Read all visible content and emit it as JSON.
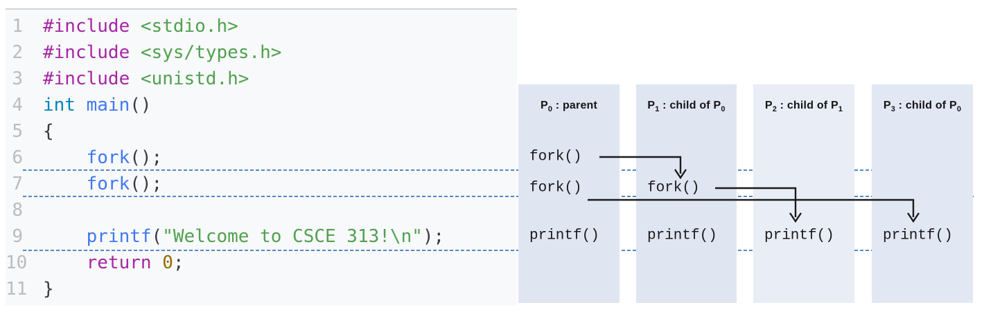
{
  "code_panel": {
    "lines": [
      {
        "no": "1",
        "tokens": [
          {
            "t": "#include ",
            "c": "kw"
          },
          {
            "t": "<stdio.h>",
            "c": "str"
          }
        ]
      },
      {
        "no": "2",
        "tokens": [
          {
            "t": "#include ",
            "c": "kw"
          },
          {
            "t": "<sys/types.h>",
            "c": "str"
          }
        ]
      },
      {
        "no": "3",
        "tokens": [
          {
            "t": "#include ",
            "c": "kw"
          },
          {
            "t": "<unistd.h>",
            "c": "str"
          }
        ]
      },
      {
        "no": "4",
        "tokens": [
          {
            "t": "int",
            "c": "type"
          },
          {
            "t": " ",
            "c": "plain"
          },
          {
            "t": "main",
            "c": "fn"
          },
          {
            "t": "()",
            "c": "plain"
          }
        ]
      },
      {
        "no": "5",
        "tokens": [
          {
            "t": "{",
            "c": "plain"
          }
        ]
      },
      {
        "no": "6",
        "tokens": [
          {
            "t": "    ",
            "c": "plain"
          },
          {
            "t": "fork",
            "c": "fn"
          },
          {
            "t": "();",
            "c": "plain"
          }
        ]
      },
      {
        "no": "7",
        "tokens": [
          {
            "t": "    ",
            "c": "plain"
          },
          {
            "t": "fork",
            "c": "fn"
          },
          {
            "t": "();",
            "c": "plain"
          }
        ]
      },
      {
        "no": "8",
        "tokens": []
      },
      {
        "no": "9",
        "tokens": [
          {
            "t": "    ",
            "c": "plain"
          },
          {
            "t": "printf",
            "c": "fn"
          },
          {
            "t": "(",
            "c": "plain"
          },
          {
            "t": "\"Welcome to CSCE 313!\\n\"",
            "c": "str"
          },
          {
            "t": ");",
            "c": "plain"
          }
        ]
      },
      {
        "no": "10",
        "tokens": [
          {
            "t": "    ",
            "c": "plain"
          },
          {
            "t": "return",
            "c": "kw"
          },
          {
            "t": " ",
            "c": "plain"
          },
          {
            "t": "0",
            "c": "num"
          },
          {
            "t": ";",
            "c": "plain"
          }
        ]
      },
      {
        "no": "11",
        "tokens": [
          {
            "t": "}",
            "c": "plain"
          }
        ]
      }
    ]
  },
  "diagram": {
    "columns": [
      {
        "fill": "#dfe5f1",
        "title_parts": [
          {
            "t": "P"
          },
          {
            "sub": "0"
          },
          {
            "t": " : parent"
          }
        ],
        "cells": [
          {
            "label": "fork()",
            "row": 0
          },
          {
            "label": "fork()",
            "row": 1
          },
          {
            "label": "printf()",
            "row": 2
          }
        ]
      },
      {
        "fill": "#dfe5f1",
        "title_parts": [
          {
            "t": "P"
          },
          {
            "sub": "1"
          },
          {
            "t": " : child of P"
          },
          {
            "sub": "0"
          }
        ],
        "cells": [
          {
            "label": "fork()",
            "row": 1
          },
          {
            "label": "printf()",
            "row": 2
          }
        ]
      },
      {
        "fill": "#e9edf6",
        "title_parts": [
          {
            "t": "P"
          },
          {
            "sub": "2"
          },
          {
            "t": " : child of P"
          },
          {
            "sub": "1"
          }
        ],
        "cells": [
          {
            "label": "printf()",
            "row": 2
          }
        ]
      },
      {
        "fill": "#e2e8f3",
        "title_parts": [
          {
            "t": "P"
          },
          {
            "sub": "3"
          },
          {
            "t": " : child of P"
          },
          {
            "sub": "0"
          }
        ],
        "cells": [
          {
            "label": "printf()",
            "row": 2
          }
        ]
      }
    ]
  },
  "colors": {
    "dashed_line": "#5585c8",
    "arrow": "#1a1a1a",
    "keyword": "#a626a4",
    "string": "#50a14f",
    "type": "#0184bc",
    "function": "#4078f2",
    "number": "#986801",
    "plain_code": "#383a42",
    "line_number": "#b9bcc0",
    "code_panel_bg": "#f8f9fa"
  }
}
